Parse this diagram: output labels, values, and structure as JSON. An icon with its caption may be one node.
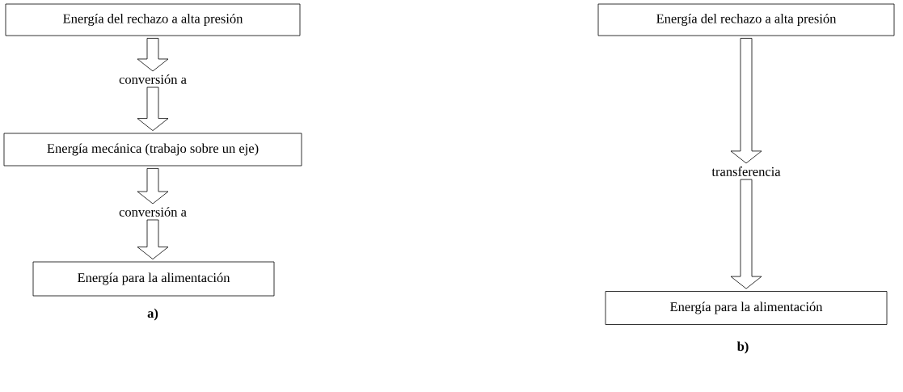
{
  "diagram": {
    "nodes": [
      {
        "text": [
          "Energía del rechazo a alta presión"
        ]
      },
      {
        "text": [
          "conversión a"
        ]
      },
      {
        "text": [
          "Energía mecánica (trabajo sobre un eje)"
        ]
      },
      {
        "text": [
          "conversión a"
        ]
      },
      {
        "text": [
          "Energía para la alimentación"
        ]
      },
      {
        "text": [
          "Energía del rechazo a alta presión"
        ]
      },
      {
        "text": [
          "transferencia"
        ]
      },
      {
        "text": [
          "Energía para la alimentación"
        ]
      }
    ],
    "edges": [
      {
        "from": 0,
        "to": 1,
        "arrow": "to"
      },
      {
        "from": 1,
        "to": 2,
        "arrow": "to"
      },
      {
        "from": 2,
        "to": 3,
        "arrow": "to"
      },
      {
        "from": 3,
        "to": 4,
        "arrow": "to"
      },
      {
        "from": 5,
        "to": 6,
        "arrow": "to"
      },
      {
        "from": 6,
        "to": 7,
        "arrow": "to"
      }
    ],
    "labels": [
      "**a)**",
      "**b)**"
    ]
  }
}
